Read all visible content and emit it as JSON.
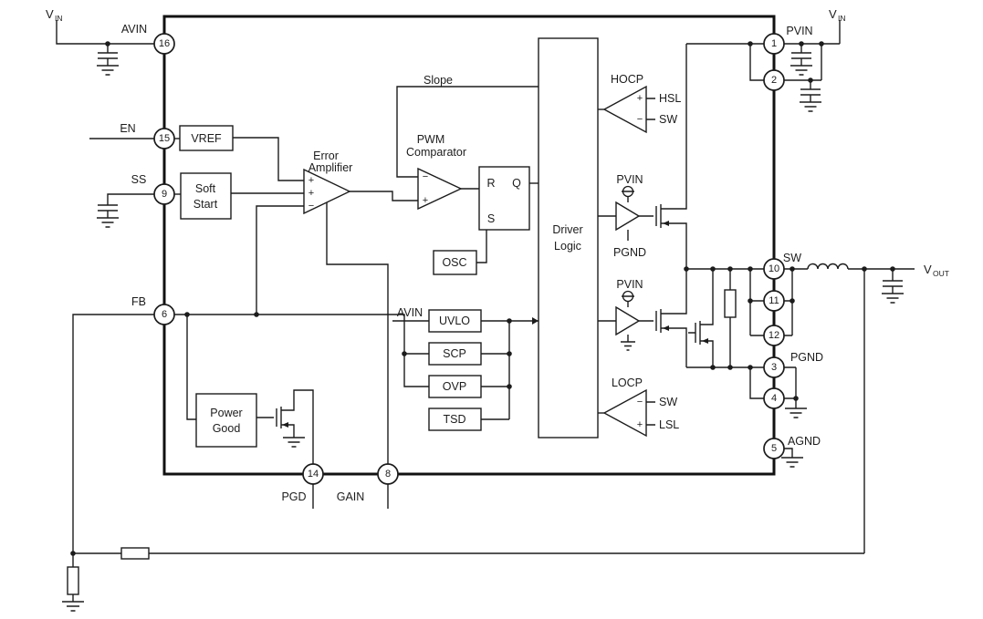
{
  "labels": {
    "vin": "V",
    "vin_sub": "IN",
    "vout_sub": "OUT",
    "avin": "AVIN",
    "en": "EN",
    "ss": "SS",
    "fb": "FB",
    "pgd": "PGD",
    "gain": "GAIN",
    "pvin": "PVIN",
    "sw": "SW",
    "pgnd": "PGND",
    "agnd": "AGND",
    "vref": "VREF",
    "soft_start": [
      "Soft",
      "Start"
    ],
    "error_amp": [
      "Error",
      "Amplifier"
    ],
    "slope": "Slope",
    "pwm_comparator": [
      "PWM",
      "Comparator"
    ],
    "r": "R",
    "q": "Q",
    "s": "S",
    "osc": "OSC",
    "driver_logic": [
      "Driver",
      "Logic"
    ],
    "uvlo": "UVLO",
    "scp": "SCP",
    "ovp": "OVP",
    "tsd": "TSD",
    "power_good": [
      "Power",
      "Good"
    ],
    "hocp": "HOCP",
    "hsl": "HSL",
    "locp": "LOCP",
    "lsl": "LSL",
    "plus": "+",
    "minus": "−"
  },
  "pins": {
    "p1": "1",
    "p2": "2",
    "p3": "3",
    "p4": "4",
    "p5": "5",
    "p6": "6",
    "p8": "8",
    "p9": "9",
    "p10": "10",
    "p11": "11",
    "p12": "12",
    "p14": "14",
    "p15": "15",
    "p16": "16"
  },
  "colors": {
    "line": "#1c1c1c",
    "background": "#ffffff"
  }
}
